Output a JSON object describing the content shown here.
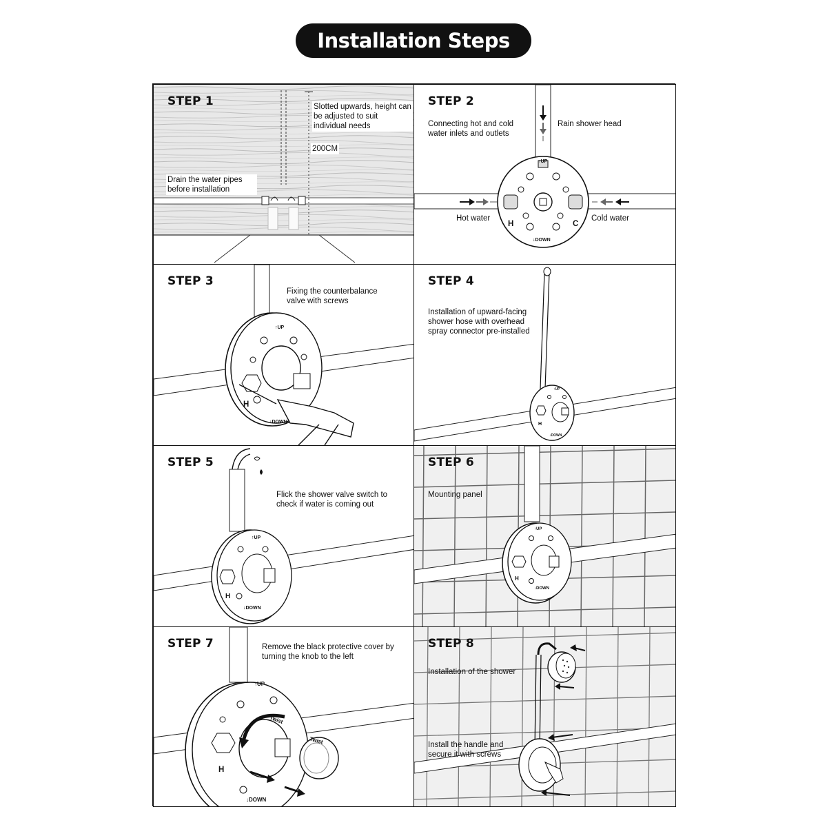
{
  "title": "Installation Steps",
  "steps": [
    {
      "label": "STEP 1",
      "notes": {
        "slotted": "Slotted upwards, height can be adjusted to suit individual needs",
        "height": "200CM",
        "drain": "Drain the water pipes before installation"
      }
    },
    {
      "label": "STEP 2",
      "notes": {
        "connect": "Connecting hot and cold water inlets and outlets",
        "rain": "Rain shower head",
        "hot": "Hot water",
        "cold": "Cold water",
        "h": "H",
        "c": "C",
        "up": "↑UP",
        "down": "↓DOWN"
      }
    },
    {
      "label": "STEP 3",
      "notes": {
        "fix": "Fixing the counterbalance valve with screws",
        "up": "↑UP",
        "down": "↓DOWN",
        "h": "H"
      }
    },
    {
      "label": "STEP 4",
      "notes": {
        "install": "Installation of upward-facing shower hose with overhead spray connector pre-installed",
        "up": "↑UP",
        "down": "↓DOWN",
        "h": "H"
      }
    },
    {
      "label": "STEP 5",
      "notes": {
        "flick": "Flick the shower valve switch to check if water is coming out",
        "up": "↑UP",
        "down": "↓DOWN",
        "h": "H"
      }
    },
    {
      "label": "STEP 6",
      "notes": {
        "mount": "Mounting panel",
        "up": "↑UP",
        "down": "↓DOWN",
        "h": "H"
      }
    },
    {
      "label": "STEP 7",
      "notes": {
        "remove": "Remove the black protective cover by turning the knob to the left",
        "up": "↑UP",
        "down": "↓DOWN",
        "h": "H",
        "twist": "Twist",
        "twist2": "Twist"
      }
    },
    {
      "label": "STEP 8",
      "notes": {
        "shower": "Installation of the shower",
        "handle": "Install the handle and secure it with screws"
      }
    }
  ]
}
